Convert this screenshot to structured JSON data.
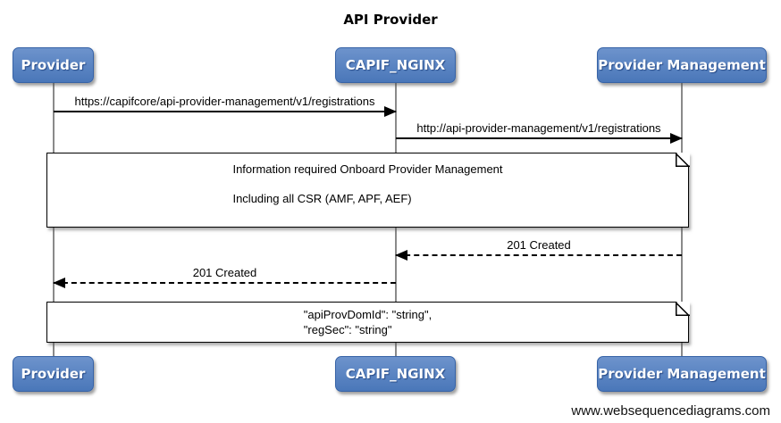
{
  "title": "API Provider",
  "actors": [
    {
      "name": "Provider"
    },
    {
      "name": "CAPIF_NGINX"
    },
    {
      "name": "Provider Management"
    }
  ],
  "messages": [
    {
      "label": "https://capifcore/api-provider-management/v1/registrations",
      "from": "Provider",
      "to": "CAPIF_NGINX",
      "line": "solid"
    },
    {
      "label": "http://api-provider-management/v1/registrations",
      "from": "CAPIF_NGINX",
      "to": "Provider Management",
      "line": "solid"
    },
    {
      "label": "201 Created",
      "from": "Provider Management",
      "to": "CAPIF_NGINX",
      "line": "dashed"
    },
    {
      "label": "201 Created",
      "from": "CAPIF_NGINX",
      "to": "Provider",
      "line": "dashed"
    }
  ],
  "notes": [
    {
      "lines": [
        "Information required Onboard Provider Management",
        "Including all CSR (AMF, APF, AEF)"
      ]
    },
    {
      "lines": [
        "\"apiProvDomId\": \"string\",",
        "\"regSec\": \"string\""
      ]
    }
  ],
  "footer": "www.websequencediagrams.com",
  "colors": {
    "actor_fill_top": "#6d93cc",
    "actor_fill_bottom": "#4a77b9",
    "actor_border": "#3763a6",
    "lifeline": "#8a8a8a",
    "arrow": "#000000",
    "note_bg": "#ffffff"
  }
}
